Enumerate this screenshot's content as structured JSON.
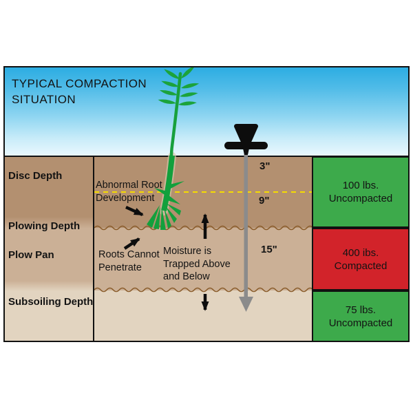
{
  "title": {
    "line1": "TYPICAL COMPACTION",
    "line2": "SITUATION"
  },
  "depth_labels": [
    {
      "label": "Disc Depth"
    },
    {
      "label": "Plowing Depth"
    },
    {
      "label": "Plow Pan"
    },
    {
      "label": "Subsoiling Depth"
    }
  ],
  "annotations": {
    "abnormal_root": {
      "line1": "Abnormal Root",
      "line2": "Development"
    },
    "roots_cannot": {
      "line1": "Roots Cannot",
      "line2": "Penetrate"
    },
    "moisture": {
      "line1": "Moisture is",
      "line2": "Trapped Above",
      "line3": "and Below"
    }
  },
  "probe_measurements": [
    {
      "value": "3\""
    },
    {
      "value": "9\""
    },
    {
      "value": "15\""
    }
  ],
  "resistance_boxes": [
    {
      "line1": "100 lbs.",
      "line2": "Uncompacted",
      "color": "#3daa4b"
    },
    {
      "line1": "400 ibs.",
      "line2": "Compacted",
      "color": "#d2232a"
    },
    {
      "line1": "75 lbs.",
      "line2": "Uncompacted",
      "color": "#3daa4b"
    }
  ],
  "icons": {
    "plant": "plant-with-stunted-roots",
    "probe": "soil-penetrometer",
    "arrows": [
      "arrow-to-abnormal-roots",
      "arrow-to-root-barrier",
      "moisture-up-arrow",
      "moisture-down-arrow"
    ]
  },
  "colors": {
    "sky_top": "#2aace2",
    "sky_bottom": "#ecf9fe",
    "soil_disc": "#b39070",
    "soil_plow_pan": "#cbb096",
    "soil_subsoil": "#e2d4c0",
    "wavy_line": "#8a5c2b",
    "disc_dashed_line": "#f5dc00",
    "uncompacted_green": "#3daa4b",
    "compacted_red": "#d2232a",
    "plant_green": "#14a03c",
    "probe_gray": "#8b8b8b",
    "border": "#111111"
  }
}
